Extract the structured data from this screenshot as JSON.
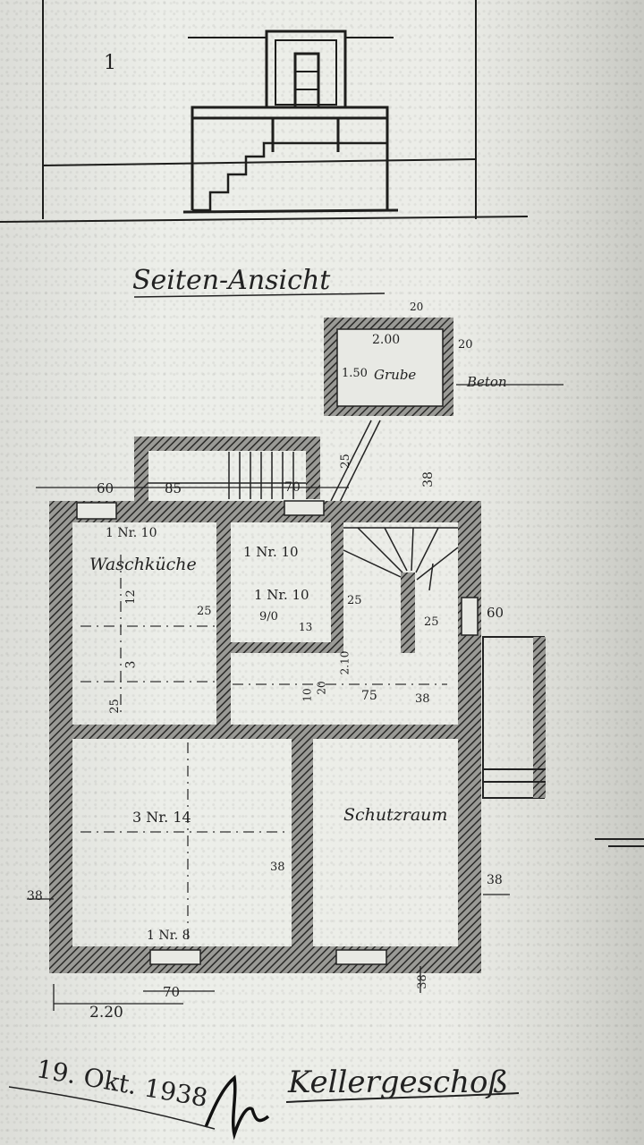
{
  "titles": {
    "side_view": "Seiten-Ansicht",
    "basement": "Kellergeschoß"
  },
  "stamp": {
    "date": "19. Okt. 1938"
  },
  "rooms": {
    "wash_kitchen": "Waschküche",
    "shelter": "Schutzraum",
    "pit": "Grube",
    "pit_label_right": "Beton"
  },
  "room_areas": {
    "wash_kitchen": "1 Nr. 10",
    "middle_room": "1 Nr. 10",
    "middle_inner": "1 Nr. 10",
    "large_room": "3 Nr. 14",
    "large_room_window": "1 Nr. 8"
  },
  "dimensions": {
    "d60_top_left": "60",
    "d85_top": "85",
    "d70_top": "70",
    "d38_top_right": "38",
    "d60_right": "60",
    "d20_pit_top": "20",
    "d200_pit": "2.00",
    "d20_pit_right": "20",
    "d150_pit": "1.50",
    "d25_left_wall": "25",
    "d25_center": "25",
    "d25_right": "25",
    "d25_stair": "25",
    "d25_lower_left": "25",
    "d12_vert": "12",
    "d3_vert": "3",
    "d210_small": "2.10",
    "d910": "9/0",
    "d13": "13",
    "d10_mid": "10",
    "d20_mid": "20",
    "d75": "75",
    "d38_mid": "38",
    "d38_right_wall": "38",
    "d38_left_ext": "38",
    "d38_center_wall": "38",
    "d38_bottom": "38",
    "d70_bottom": "70",
    "d220_bottom": "2.20",
    "d1_right": "1"
  }
}
